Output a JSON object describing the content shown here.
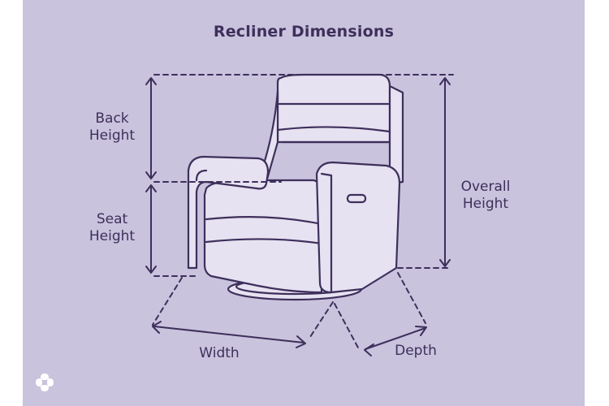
{
  "title": "Recliner Dimensions",
  "labels": {
    "back_height": [
      "Back",
      "Height"
    ],
    "seat_height": [
      "Seat",
      "Height"
    ],
    "overall_height": [
      "Overall",
      "Height"
    ],
    "width": "Width",
    "depth": "Depth"
  },
  "colors": {
    "background": "#c9c3dd",
    "chair_fill": "#e6e2f1",
    "line": "#3e2f5b"
  },
  "icons": [
    "brand-logo-icon"
  ]
}
